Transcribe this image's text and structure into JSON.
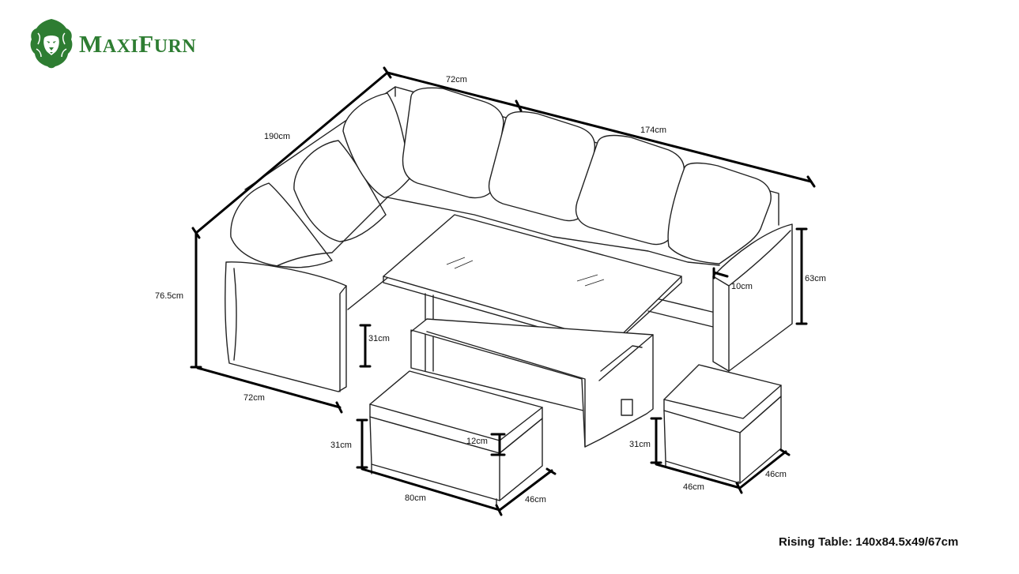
{
  "brand": {
    "name_lead": "M",
    "name_rest": "AXI",
    "name_lead2": "F",
    "name_rest2": "URN",
    "color": "#2e7d32",
    "logo_icon": "lion-head-icon"
  },
  "dimensions": {
    "sofa_corner_depth": "72cm",
    "sofa_long_side": "174cm",
    "sofa_short_side": "190cm",
    "sofa_height": "76.5cm",
    "sofa_arm_depth": "72cm",
    "seat_height": "31cm",
    "arm_height": "63cm",
    "arm_width": "10cm",
    "bench_height": "31cm",
    "bench_cushion": "12cm",
    "bench_length": "80cm",
    "bench_depth": "46cm",
    "stool_height": "31cm",
    "stool_width": "46cm",
    "stool_depth": "46cm"
  },
  "spec": {
    "rising_table": "Rising Table: 140x84.5x49/67cm"
  }
}
